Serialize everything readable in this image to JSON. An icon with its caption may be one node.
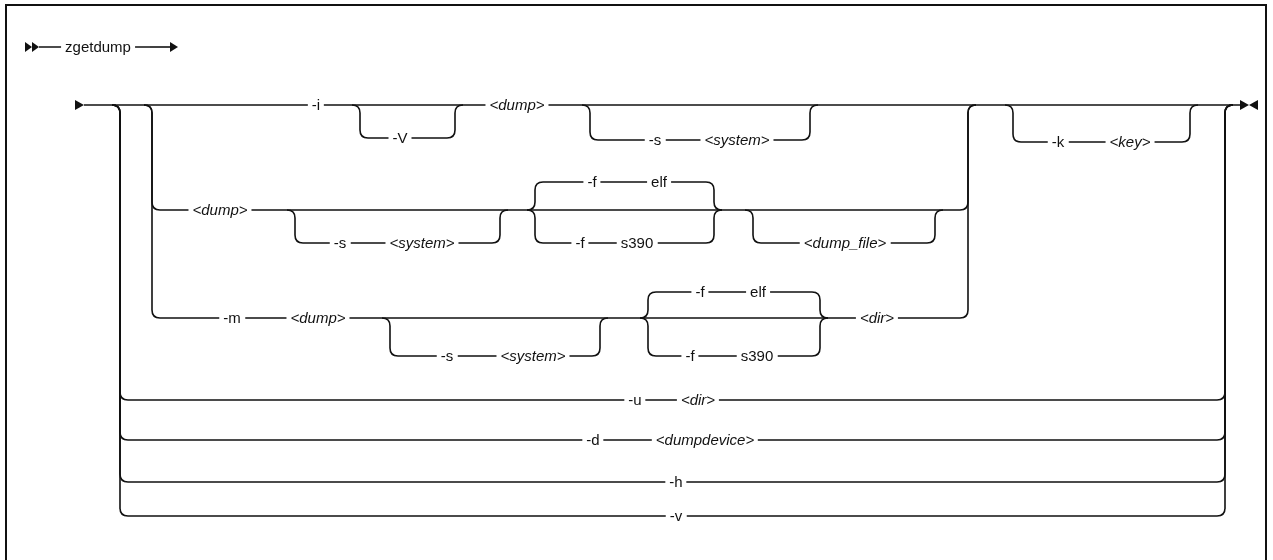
{
  "diagram": {
    "labels": [
      "zgetdump",
      "-i",
      "<dump>",
      "-V",
      "-s",
      "<system>",
      "-k",
      "<key>",
      "-f",
      "elf",
      "<dump>",
      "-s",
      "<system>",
      "-f",
      "s390",
      "<dump_file>",
      "-f",
      "elf",
      "-m",
      "<dump>",
      "<dir>",
      "-s",
      "<system>",
      "-f",
      "s390",
      "-u",
      "<dir>",
      "-d",
      "<dumpdevice>",
      "-h",
      "-v"
    ]
  }
}
